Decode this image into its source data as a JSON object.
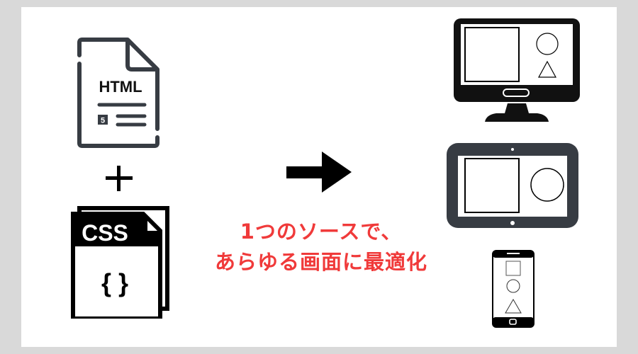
{
  "caption": {
    "line1": "1つのソースで、",
    "line2": "あらゆる画面に最適化",
    "color": "#f03a3a"
  },
  "html_file": {
    "label": "HTML",
    "badge": "5",
    "stroke_color": "#373c43"
  },
  "css_file": {
    "label": "CSS",
    "body_glyph": "{ }",
    "color": "#000000"
  },
  "operator": {
    "symbol": "+"
  },
  "devices": {
    "desktop": {
      "shapes": [
        "square",
        "circle",
        "triangle"
      ]
    },
    "tablet": {
      "shapes": [
        "square",
        "circle"
      ],
      "frame_color": "#373c43"
    },
    "phone": {
      "shapes": [
        "square",
        "circle",
        "triangle"
      ]
    }
  },
  "colors": {
    "background": "#d9d9d9",
    "card": "#ffffff",
    "dark": "#373c43"
  }
}
